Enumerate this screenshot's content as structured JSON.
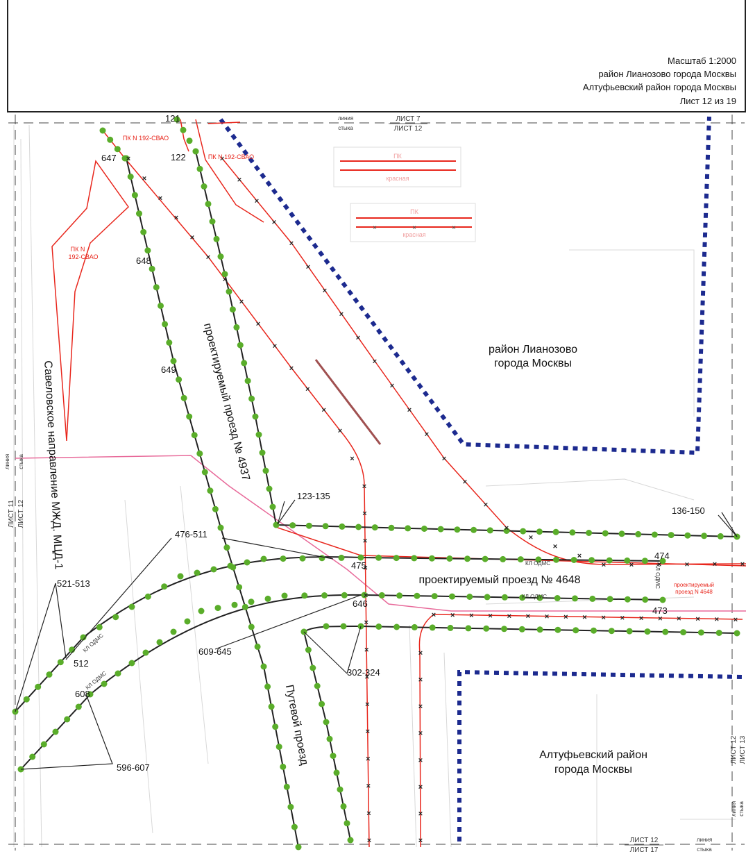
{
  "header": {
    "scale": "Масштаб 1:2000",
    "district1": "район Лианозово города Москвы",
    "district2": "Алтуфьевский район города Москвы",
    "sheet": "Лист 12 из 19"
  },
  "stitch": {
    "top_line1": "линия",
    "top_line2": "стыка",
    "top_sheet_a": "ЛИСТ 7",
    "top_sheet_b": "ЛИСТ 12",
    "left_line1": "линия",
    "left_line2": "стыка",
    "left_sheet_a": "ЛИСТ 11",
    "left_sheet_b": "ЛИСТ 12",
    "right_sheet_a": "ЛИСТ 12",
    "right_sheet_b": "ЛИСТ 13",
    "right_line1": "линия",
    "right_line2": "стыка",
    "bottom_sheet_a": "ЛИСТ 12",
    "bottom_sheet_b": "ЛИСТ 17",
    "bottom_line1": "линия",
    "bottom_line2": "стыка"
  },
  "legend": {
    "pk": "ПК",
    "red": "красная"
  },
  "areas": {
    "lianozovo_1": "район Лианозово",
    "lianozovo_2": "города Москвы",
    "altufevo_1": "Алтуфьевский район",
    "altufevo_2": "города Москвы"
  },
  "roads": {
    "proezd_4937": "проектируемый проезд № 4937",
    "proezd_4648": "проектируемый проезд № 4648",
    "putevoy": "Путевой проезд",
    "railway": "Савеловское направление МЖД. МЦД-1",
    "proezd_4648_small1": "проектируемый",
    "proezd_4648_small2": "проезд N 4648"
  },
  "pk_labels": {
    "pk1": "ПК N 192-СВАО",
    "pk2": "ПК N 192-СВАО",
    "pk3_1": "ПК N",
    "pk3_2": "192-СВАО"
  },
  "odms": {
    "a": "КЛ ОДМС",
    "b": "КЛ ОДМС",
    "c": "КЛ ОДМС",
    "d": "КЛ ОДМС",
    "e": "КЛ ОДМС"
  },
  "points": {
    "p121": "121",
    "p122": "122",
    "p647": "647",
    "p648": "648",
    "p649": "649",
    "r123_135": "123-135",
    "r136_150": "136-150",
    "p474": "474",
    "p473": "473",
    "p475": "475",
    "p646": "646",
    "r476_511": "476-511",
    "r521_513": "521-513",
    "p512": "512",
    "p608": "608",
    "r609_645": "609-645",
    "r302_324": "302-324",
    "r596_607": "596-607"
  },
  "colors": {
    "green_point": "#5aad2a",
    "red_line": "#e8261c",
    "dark_line": "#222222",
    "blue_boundary": "#1c2a8f",
    "pink_line": "#e86a9a"
  }
}
